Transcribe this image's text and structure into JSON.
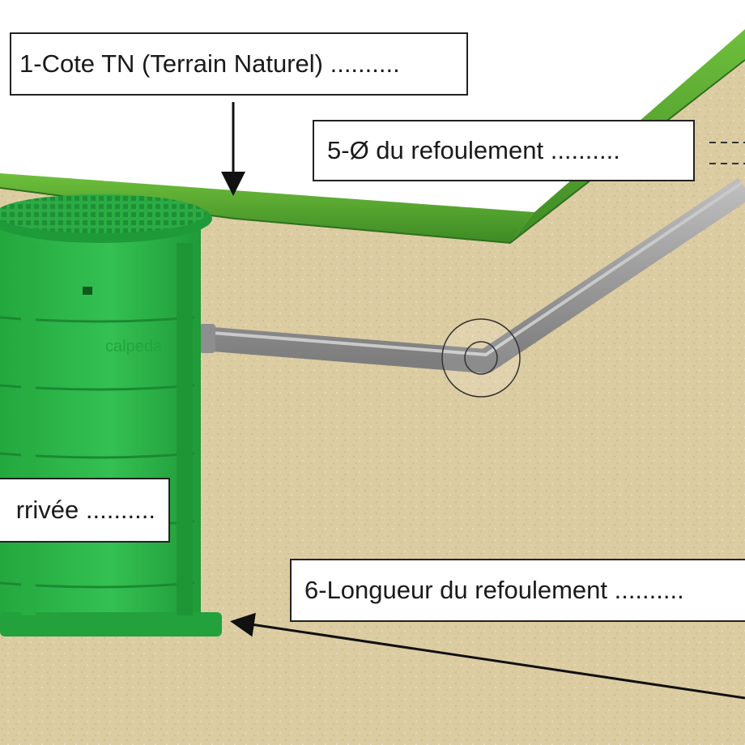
{
  "labels": {
    "cote_tn": "1-Cote TN (Terrain Naturel) ..........",
    "diametre_refoulement": "5-Ø du refoulement ..........",
    "arrivee": "rrivée ..........",
    "longueur_refoulement": "6-Longueur du refoulement .........."
  },
  "tank": {
    "brand": "calpeda"
  },
  "colors": {
    "soil": "#dccca2",
    "grass": "#4a9a2e",
    "tank_green": "#2fb54a",
    "pipe_gray": "#9a9a9a"
  }
}
